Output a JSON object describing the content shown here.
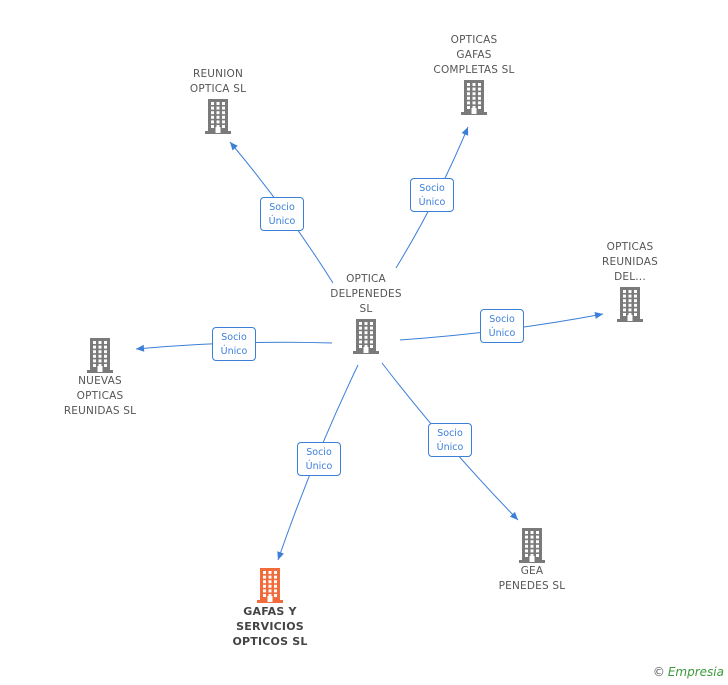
{
  "center": {
    "label": "OPTICA\nDELPENEDES\nSL"
  },
  "companies": [
    {
      "id": "reunion",
      "label": "REUNION\nOPTICA SL",
      "highlight": false
    },
    {
      "id": "opticas-gafas",
      "label": "OPTICAS\nGAFAS\nCOMPLETAS SL",
      "highlight": false
    },
    {
      "id": "opticas-reunidas",
      "label": "OPTICAS\nREUNIDAS\nDEL...",
      "highlight": false
    },
    {
      "id": "nuevas",
      "label": "NUEVAS\nOPTICAS\nREUNIDAS SL",
      "highlight": false
    },
    {
      "id": "gafas-servicios",
      "label": "GAFAS Y\nSERVICIOS\nOPTICOS SL",
      "highlight": true
    },
    {
      "id": "gea",
      "label": "GEA\nPENEDES SL",
      "highlight": false
    }
  ],
  "relations": [
    {
      "to": "reunion",
      "label": "Socio\nÚnico"
    },
    {
      "to": "opticas-gafas",
      "label": "Socio\nÚnico"
    },
    {
      "to": "opticas-reunidas",
      "label": "Socio\nÚnico"
    },
    {
      "to": "nuevas",
      "label": "Socio\nÚnico"
    },
    {
      "to": "gafas-servicios",
      "label": "Socio\nÚnico"
    },
    {
      "to": "gea",
      "label": "Socio\nÚnico"
    }
  ],
  "colors": {
    "edge": "#3b7fd8",
    "building": "#7a7a7a",
    "highlight": "#f26b3a"
  },
  "credit": {
    "symbol": "©",
    "brand": "Empresia"
  }
}
